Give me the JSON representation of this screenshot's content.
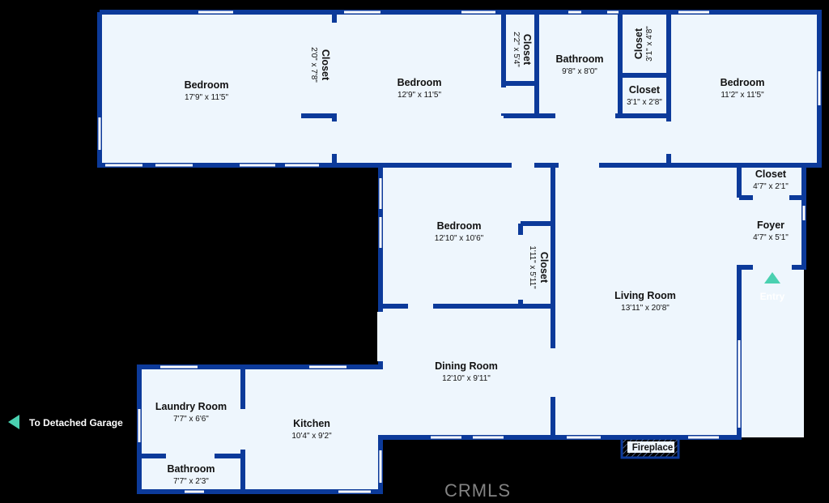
{
  "rooms": {
    "bedroom1": {
      "name": "Bedroom",
      "dim": "17'9\" x 11'5\""
    },
    "closet1": {
      "name": "Closet",
      "dim": "2'0\" x 7'8\""
    },
    "bedroom2": {
      "name": "Bedroom",
      "dim": "12'9\" x 11'5\""
    },
    "closet2": {
      "name": "Closet",
      "dim": "2'2\" x 5'4\""
    },
    "bathroom1": {
      "name": "Bathroom",
      "dim": "9'8\" x 8'0\""
    },
    "closet3": {
      "name": "Closet",
      "dim": "3'1\" x 4'8\""
    },
    "closet4": {
      "name": "Closet",
      "dim": "3'1\" x 2'8\""
    },
    "bedroom3": {
      "name": "Bedroom",
      "dim": "11'2\" x 11'5\""
    },
    "bedroom4": {
      "name": "Bedroom",
      "dim": "12'10\" x 10'6\""
    },
    "closet5": {
      "name": "Closet",
      "dim": "1'11\" x 5'11\""
    },
    "closet6": {
      "name": "Closet",
      "dim": "4'7\" x 2'1\""
    },
    "foyer": {
      "name": "Foyer",
      "dim": "4'7\" x 5'1\""
    },
    "living": {
      "name": "Living Room",
      "dim": "13'11\" x 20'8\""
    },
    "dining": {
      "name": "Dining Room",
      "dim": "12'10\" x 9'11\""
    },
    "kitchen": {
      "name": "Kitchen",
      "dim": "10'4\" x 9'2\""
    },
    "laundry": {
      "name": "Laundry Room",
      "dim": "7'7\" x 6'6\""
    },
    "bathroom2": {
      "name": "Bathroom",
      "dim": "7'7\" x 2'3\""
    }
  },
  "labels": {
    "entry": "Entry",
    "garage": "To Detached Garage",
    "fireplace": "Fireplace",
    "watermark": "CRMLS"
  },
  "colors": {
    "wall": "#0c3a9a",
    "floor": "#eef6fd",
    "arrow": "#4ad0b0"
  }
}
